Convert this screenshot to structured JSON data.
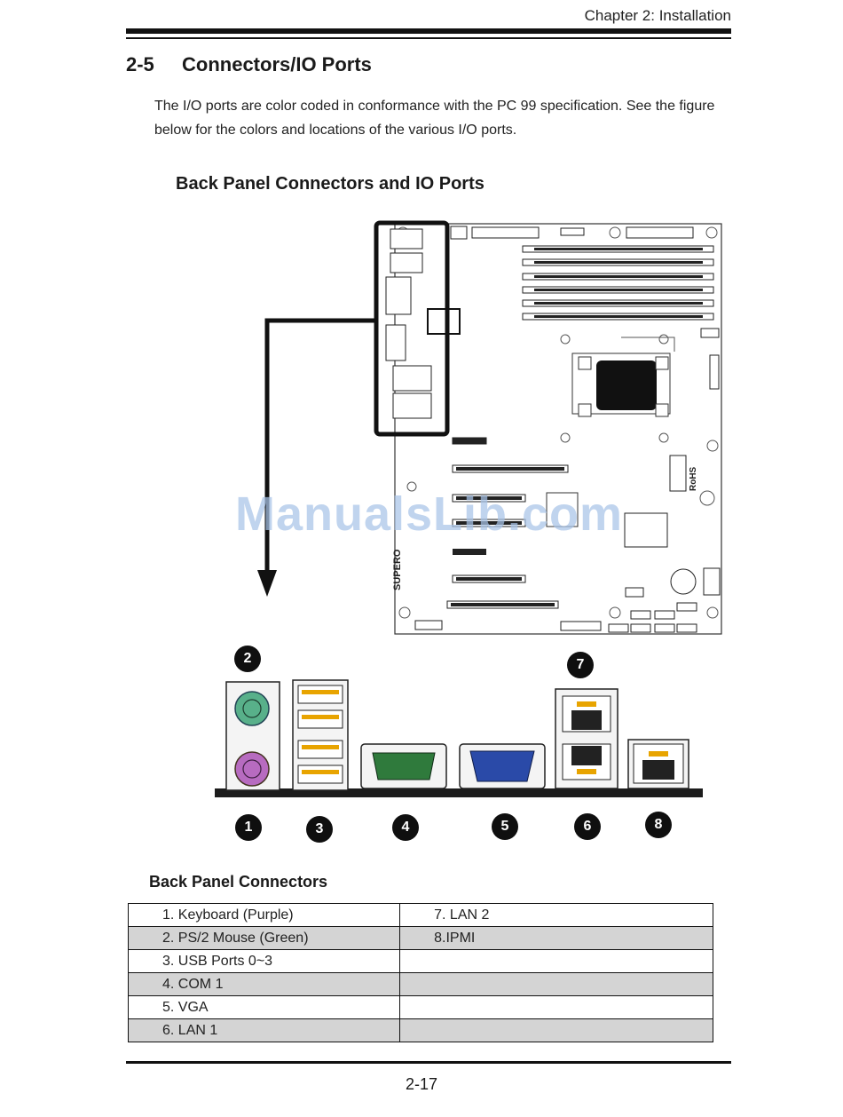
{
  "header": {
    "chapter": "Chapter 2: Installation"
  },
  "section": {
    "number": "2-5",
    "title": "Connectors/IO Ports"
  },
  "intro": "The I/O ports are color coded in conformance with the PC 99 specification. See the figure below for the colors and locations of the various I/O ports.",
  "figure": {
    "title": "Back Panel Connectors and IO Ports",
    "board_labels": {
      "brand": "SUPERO",
      "rohs": "RoHS"
    },
    "callouts": [
      "1",
      "2",
      "3",
      "4",
      "5",
      "6",
      "7",
      "8"
    ],
    "port_colors": {
      "keyboard": "#b76bc0",
      "mouse": "#58b08a",
      "com": "#2f7a3c",
      "vga": "#2a4aa8",
      "usb": "#e8a400"
    }
  },
  "table": {
    "title": "Back Panel Connectors",
    "rows": [
      {
        "left": "1. Keyboard (Purple)",
        "right": "7. LAN 2"
      },
      {
        "left": "2. PS/2 Mouse (Green)",
        "right": "8.IPMI"
      },
      {
        "left": "3. USB Ports 0~3",
        "right": ""
      },
      {
        "left": "4. COM 1",
        "right": ""
      },
      {
        "left": "5. VGA",
        "right": ""
      },
      {
        "left": "6. LAN 1",
        "right": ""
      }
    ]
  },
  "watermark": "ManualsLib.com",
  "footer": {
    "page": "2-17"
  }
}
